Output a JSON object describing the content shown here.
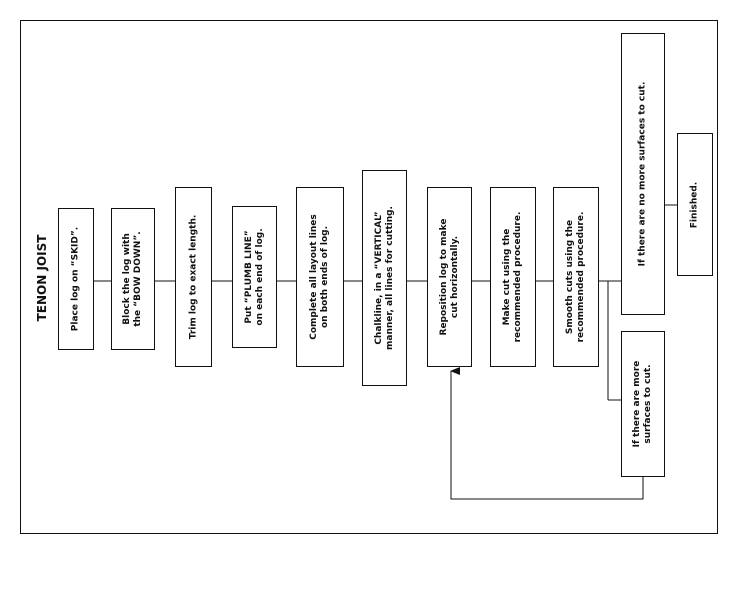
{
  "title": "TENON JOIST",
  "steps": [
    {
      "id": "s1",
      "lines": [
        "Place log on “SKID”."
      ]
    },
    {
      "id": "s2",
      "lines": [
        "Block the log with",
        "the “BOW DOWN”."
      ]
    },
    {
      "id": "s3",
      "lines": [
        "Trim log to exact length."
      ]
    },
    {
      "id": "s4",
      "lines": [
        "Put “PLUMB LINE”",
        "on each end of log."
      ]
    },
    {
      "id": "s5",
      "lines": [
        "Complete all layout lines",
        "on both ends of log."
      ]
    },
    {
      "id": "s6",
      "lines": [
        "Chalkline, in a “VERTICAL”",
        "manner, all lines for cutting."
      ]
    },
    {
      "id": "s7",
      "lines": [
        "Reposition log to make",
        "cut horizontally."
      ]
    },
    {
      "id": "s8",
      "lines": [
        "Make cut using the",
        "recommended procedure."
      ]
    },
    {
      "id": "s9",
      "lines": [
        "Smooth cuts using the",
        "recommended procedure."
      ]
    },
    {
      "id": "s10",
      "lines": [
        "If there are no more surfaces to cut."
      ]
    },
    {
      "id": "s11",
      "lines": [
        "Finished."
      ]
    },
    {
      "id": "s12",
      "lines": [
        "If there are more",
        "surfaces to cut."
      ]
    }
  ]
}
